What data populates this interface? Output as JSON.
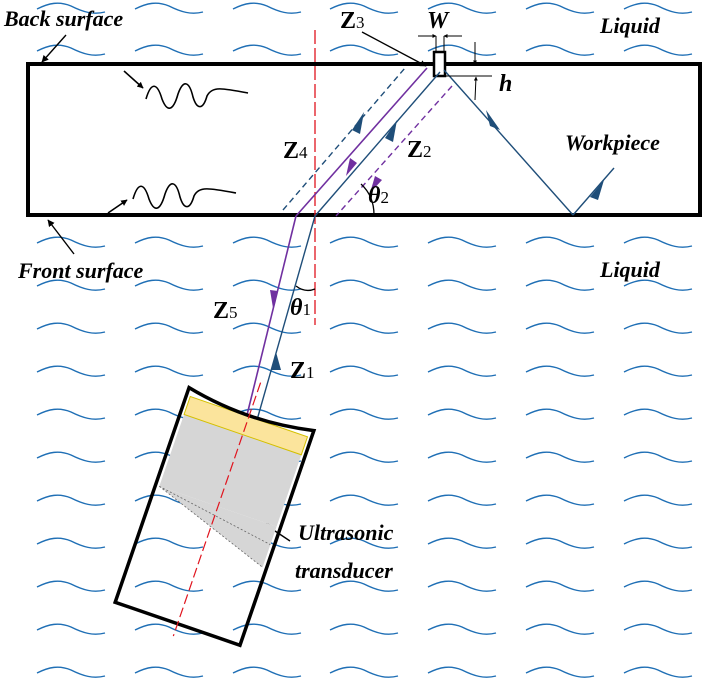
{
  "figure": {
    "type": "schematic",
    "description": "Ultrasonic immersion inspection of a workpiece with a surface notch"
  },
  "labels": {
    "back_surface": "Back surface",
    "front_surface": "Front surface",
    "liquid_top": "Liquid",
    "liquid_bottom": "Liquid",
    "workpiece": "Workpiece",
    "transducer_line1": "Ultrasonic",
    "transducer_line2": "transducer",
    "notch_width": "W",
    "notch_height": "h"
  },
  "paths": [
    {
      "id": "Z1",
      "base": "Z",
      "sub": "1"
    },
    {
      "id": "Z2",
      "base": "Z",
      "sub": "2"
    },
    {
      "id": "Z3",
      "base": "Z",
      "sub": "3"
    },
    {
      "id": "Z4",
      "base": "Z",
      "sub": "4"
    },
    {
      "id": "Z5",
      "base": "Z",
      "sub": "5"
    }
  ],
  "angles": [
    {
      "id": "theta1",
      "base": "θ",
      "sub": "1"
    },
    {
      "id": "theta2",
      "base": "θ",
      "sub": "2"
    }
  ],
  "colors": {
    "wave": "#1f6fb5",
    "incident_ray": "#1f4e79",
    "return_ray": "#7030a0",
    "normal_line": "#e0141e",
    "crystal": "#fbe49c",
    "backing": "#d6d6d6",
    "outline": "#000000"
  }
}
